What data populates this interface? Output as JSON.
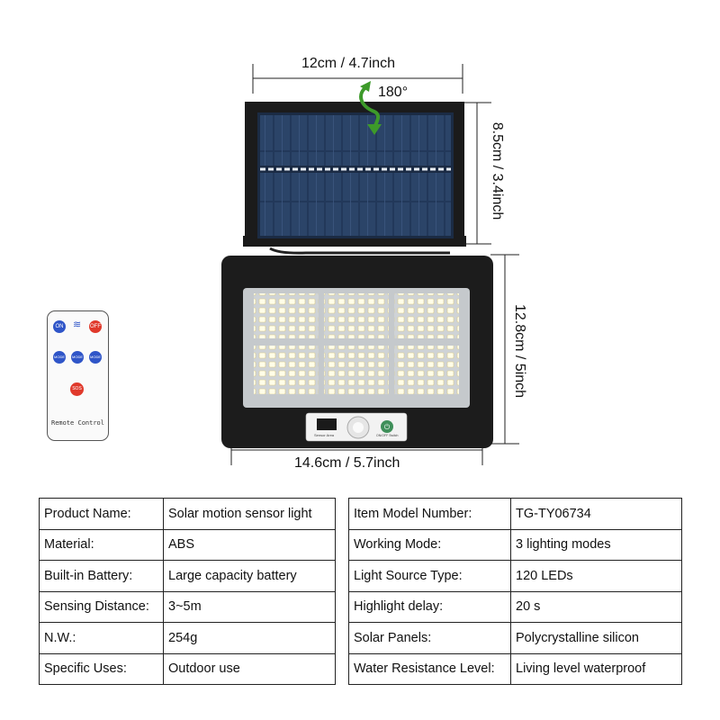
{
  "dimensions": {
    "panel_width": "12cm / 4.7inch",
    "panel_height": "8.5cm / 3.4inch",
    "rotation": "180°",
    "lamp_width": "14.6cm / 5.7inch",
    "lamp_height": "12.8cm / 5inch"
  },
  "remote": {
    "on_label": "ON",
    "off_label": "OFF",
    "mode_label": "MODE",
    "sos_label": "SOS",
    "caption": "Remote Control"
  },
  "lamp": {
    "sensor_caption": "Sensor Area",
    "switch_caption": "ON/OFF Switch"
  },
  "specs_left": [
    {
      "key": "Product Name:",
      "value": "Solar motion sensor light"
    },
    {
      "key": "Material:",
      "value": "ABS"
    },
    {
      "key": "Built-in Battery:",
      "value": "Large capacity battery"
    },
    {
      "key": "Sensing Distance:",
      "value": "3~5m"
    },
    {
      "key": "N.W.:",
      "value": "254g"
    },
    {
      "key": "Specific Uses:",
      "value": "Outdoor use"
    }
  ],
  "specs_right": [
    {
      "key": "Item Model Number:",
      "value": "TG-TY06734"
    },
    {
      "key": "Working Mode:",
      "value": "3 lighting modes"
    },
    {
      "key": "Light Source Type:",
      "value": "120 LEDs"
    },
    {
      "key": "Highlight delay:",
      "value": "20 s"
    },
    {
      "key": "Solar Panels:",
      "value": "Polycrystalline silicon"
    },
    {
      "key": "Water Resistance Level:",
      "value": "Living level waterproof"
    }
  ],
  "colors": {
    "panel_blue": "#1f3553",
    "frame_black": "#1b1b1b",
    "arrow_green": "#3d9a2a",
    "remote_blue": "#2f55c8",
    "remote_red": "#e0392b"
  }
}
